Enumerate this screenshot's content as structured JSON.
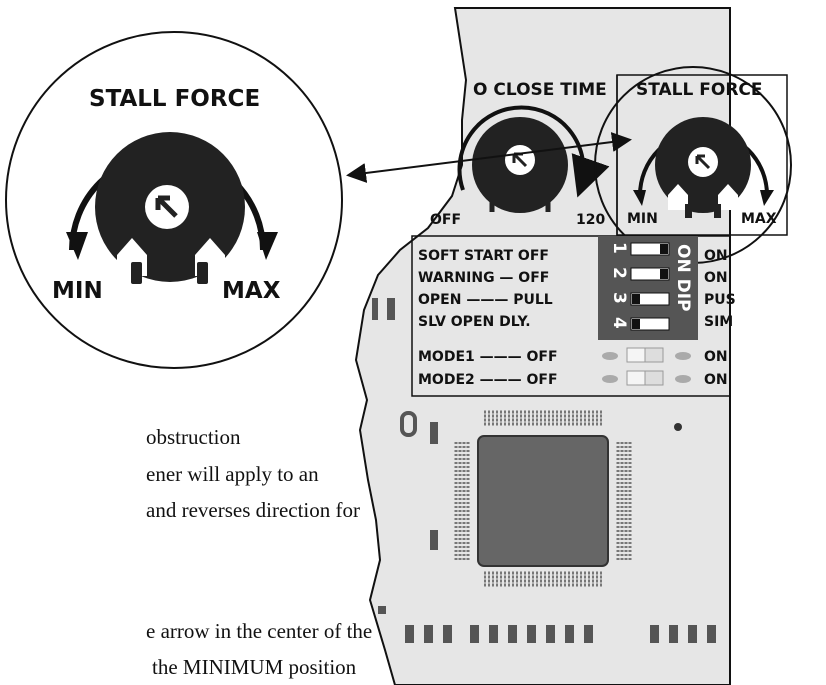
{
  "zoom_dial": {
    "title": "STALL  FORCE",
    "min_label": "MIN",
    "max_label": "MAX"
  },
  "board": {
    "close_time": {
      "title": "O CLOSE TIME",
      "left_label": "OFF",
      "right_label": "120"
    },
    "stall_force": {
      "title": "STALL  FORCE",
      "min_label": "MIN",
      "max_label": "MAX"
    },
    "dip_settings": [
      {
        "left": "SOFT  START  OFF",
        "number": "1",
        "right": "ON"
      },
      {
        "left": "WARNING —  OFF",
        "number": "2",
        "right": "ON"
      },
      {
        "left": "OPEN ——— PULL",
        "number": "3",
        "right": "PUS"
      },
      {
        "left": "SLV   OPEN   DLY.",
        "number": "4",
        "right": "SIM"
      }
    ],
    "dip_label": "ON  DIP",
    "modes": [
      {
        "left": "MODE1 ——— OFF",
        "right": "ON"
      },
      {
        "left": "MODE2 ——— OFF",
        "right": "ON"
      }
    ]
  },
  "body_text": {
    "lines": [
      "obstruction",
      "ener will apply to an",
      "and reverses direction for",
      "e arrow in the center of the",
      "the MINIMUM position"
    ]
  },
  "colors": {
    "board": "#e6e6e6",
    "dial": "#222222",
    "ink": "#111111"
  }
}
